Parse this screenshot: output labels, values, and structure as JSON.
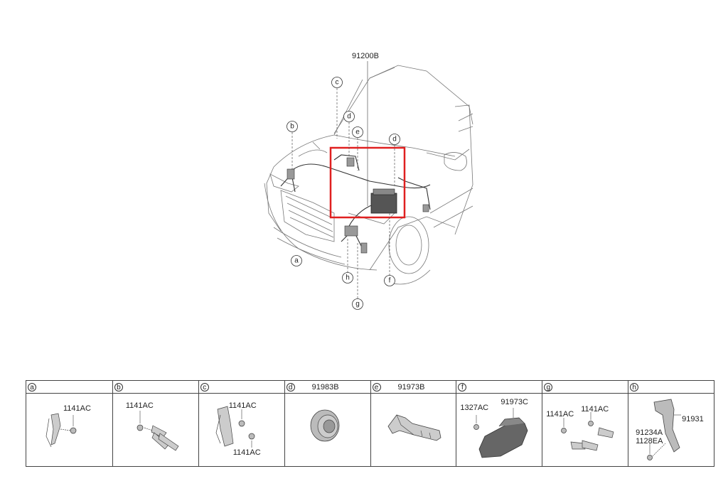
{
  "main_diagram": {
    "part_number": "91200B",
    "callouts": [
      "a",
      "b",
      "c",
      "d",
      "e",
      "d",
      "f",
      "g",
      "h"
    ],
    "highlight_color": "#e02020"
  },
  "parts_table": {
    "cells": [
      {
        "letter": "a",
        "header_code": "",
        "labels": [
          "1141AC"
        ]
      },
      {
        "letter": "b",
        "header_code": "",
        "labels": [
          "1141AC"
        ]
      },
      {
        "letter": "c",
        "header_code": "",
        "labels": [
          "1141AC",
          "1141AC"
        ]
      },
      {
        "letter": "d",
        "header_code": "91983B",
        "labels": []
      },
      {
        "letter": "e",
        "header_code": "91973B",
        "labels": []
      },
      {
        "letter": "f",
        "header_code": "",
        "labels": [
          "1327AC",
          "91973C"
        ]
      },
      {
        "letter": "g",
        "header_code": "",
        "labels": [
          "1141AC",
          "1141AC"
        ]
      },
      {
        "letter": "h",
        "header_code": "",
        "labels": [
          "91931",
          "91234A",
          "1128EA"
        ]
      }
    ]
  }
}
